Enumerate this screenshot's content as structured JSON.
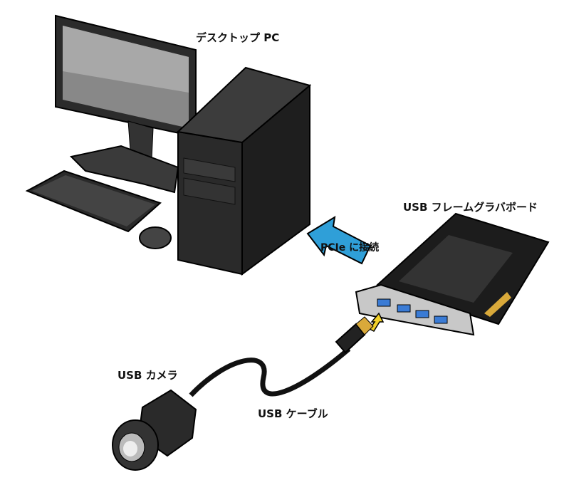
{
  "labels": {
    "desktop_pc": "デスクトップ PC",
    "frame_grabber": "USB フレームグラバボード",
    "pcie_connect": "PCIe に接続",
    "usb_camera": "USB カメラ",
    "usb_cable": "USB ケーブル"
  },
  "colors": {
    "arrow_blue": "#2f9fd8",
    "plug_arrow_yellow": "#f2d12a",
    "device_dark": "#2a2a2a",
    "bracket_gray": "#c8c8c8",
    "usb_port_blue": "#3a7bd5"
  }
}
